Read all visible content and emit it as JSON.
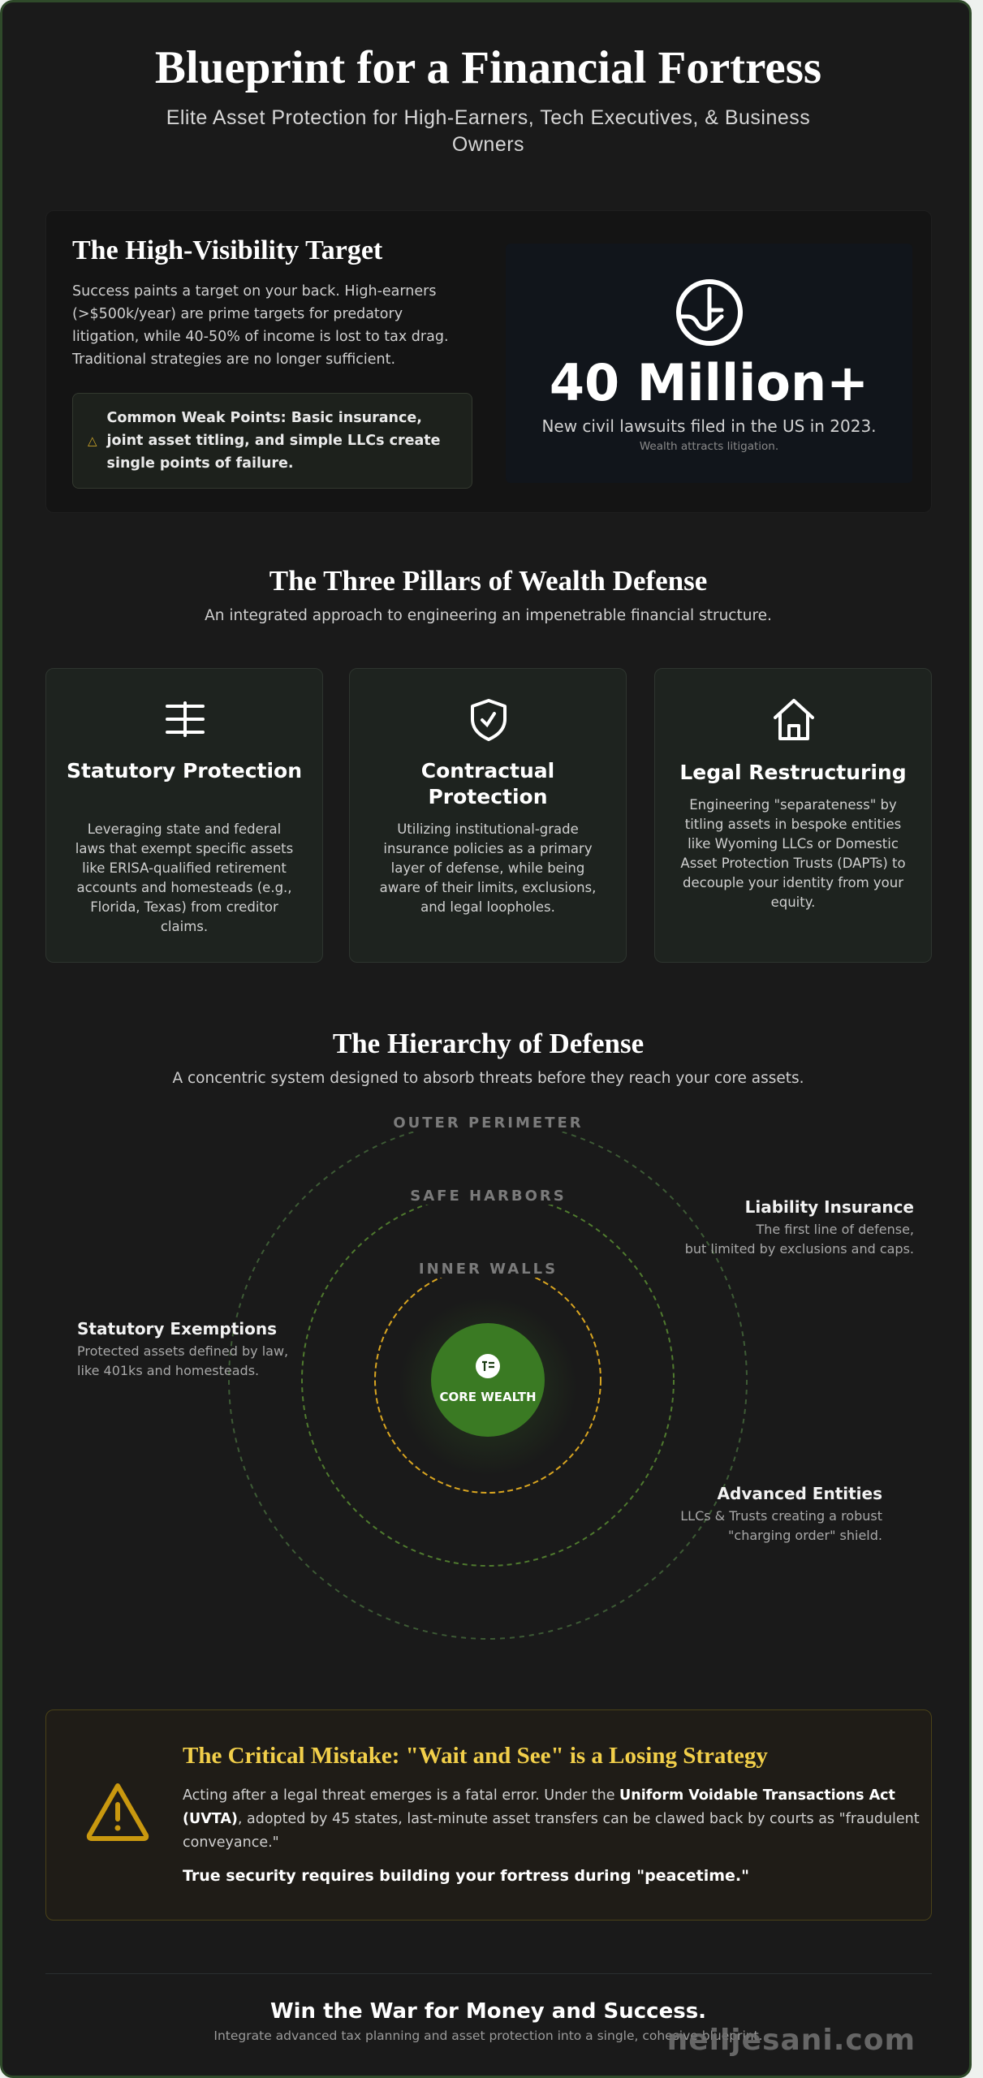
{
  "header": {
    "title": "Blueprint for a Financial Fortress",
    "subtitle": "Elite Asset Protection for High-Earners, Tech Executives, & Business Owners"
  },
  "hero": {
    "heading": "The High-Visibility Target",
    "paragraph": "Success paints a target on your back. High-earners (>$500k/year) are prime targets for predatory litigation, while 40-50% of income is lost to tax drag. Traditional strategies are no longer sufficient.",
    "weak_points": "Common Weak Points: Basic insurance, joint asset titling, and simple LLCs create single points of failure.",
    "weak_icon": "warning-triangle-icon",
    "stat": {
      "icon": "lawsuit-down-arrow-icon",
      "value": "40 Million+",
      "label": "New civil lawsuits filed in the US in 2023.",
      "note": "Wealth attracts litigation."
    }
  },
  "pillars": {
    "heading": "The Three Pillars of Wealth Defense",
    "subtitle": "An integrated approach to engineering an impenetrable financial structure.",
    "items": [
      {
        "icon": "balance-scale-icon",
        "title": "Statutory Protection",
        "text": "Leveraging state and federal laws that exempt specific assets like ERISA-qualified retirement accounts and homesteads (e.g., Florida, Texas) from creditor claims."
      },
      {
        "icon": "shield-check-icon",
        "title": "Contractual Protection",
        "text": "Utilizing institutional-grade insurance policies as a primary layer of defense, while being aware of their limits, exclusions, and legal loopholes."
      },
      {
        "icon": "house-icon",
        "title": "Legal Restructuring",
        "text": "Engineering \"separateness\" by titling assets in bespoke entities like Wyoming LLCs or Domestic Asset Protection Trusts (DAPTs) to decouple your identity from your equity."
      }
    ]
  },
  "hierarchy": {
    "heading": "The Hierarchy of Defense",
    "subtitle": "A concentric system designed to absorb threats before they reach your core assets.",
    "rings": [
      "OUTER PERIMETER",
      "SAFE HARBORS",
      "INNER WALLS"
    ],
    "core": "CORE WEALTH",
    "colors": {
      "outer": "#3d5a35",
      "middle": "#4f7a2e",
      "inner": "#d9a520",
      "core": "#3a7a23"
    },
    "notes": [
      {
        "title": "Liability Insurance",
        "text1": "The first line of defense,",
        "text2": "but limited by exclusions and caps."
      },
      {
        "title": "Statutory Exemptions",
        "text1": "Protected assets defined by law,",
        "text2": "like 401ks and homesteads."
      },
      {
        "title": "Advanced Entities",
        "text1": "LLCs & Trusts creating a robust",
        "text2": "\"charging order\" shield."
      }
    ]
  },
  "warning": {
    "icon": "warning-triangle-icon",
    "heading": "The Critical Mistake: \"Wait and See\" is a Losing Strategy",
    "p_before": "Acting after a legal threat emerges is a fatal error. Under the ",
    "p_bold": "Uniform Voidable Transactions Act (UVTA)",
    "p_after": ", adopted by 45 states, last-minute asset transfers can be clawed back by courts as \"fraudulent conveyance.\"",
    "bold_line": "True security requires building your fortress during \"peacetime.\"",
    "accent": "#f2cf4a"
  },
  "footer": {
    "title": "Win the War for Money and Success.",
    "subtitle": "Integrate advanced tax planning and asset protection into a single, cohesive blueprint.",
    "watermark": "neiljesani.com"
  }
}
